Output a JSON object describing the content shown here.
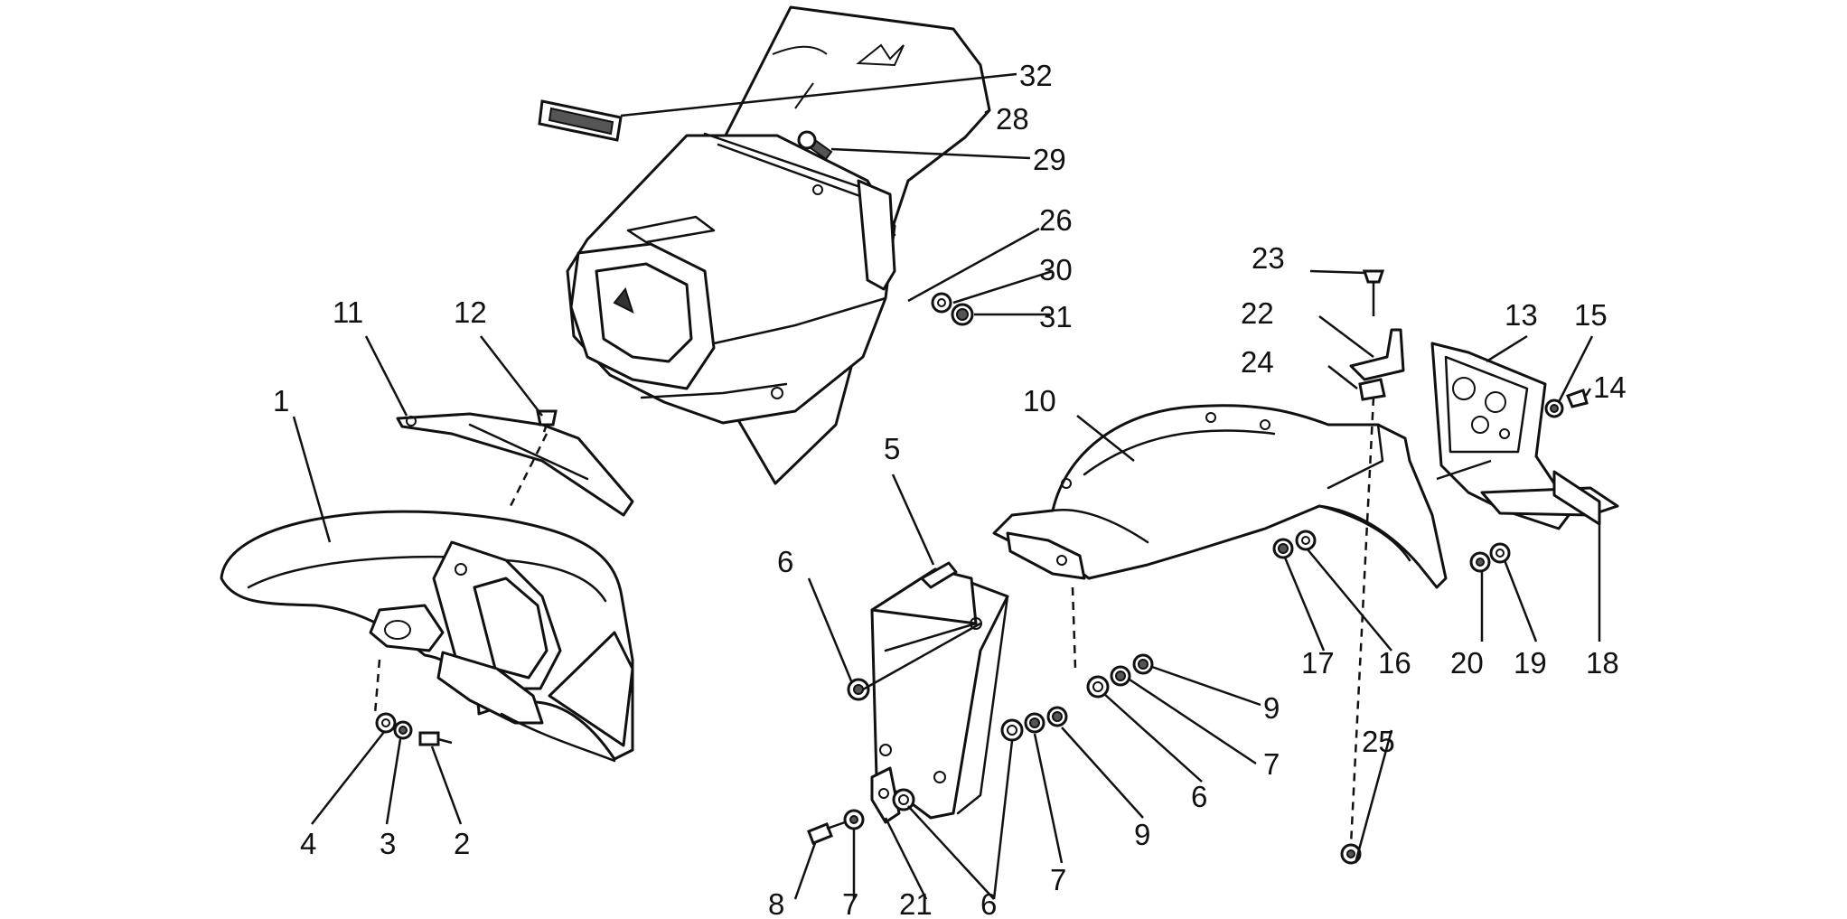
{
  "callouts": [
    {
      "id": "c1",
      "text": "1"
    },
    {
      "id": "c2",
      "text": "2"
    },
    {
      "id": "c3",
      "text": "3"
    },
    {
      "id": "c4",
      "text": "4"
    },
    {
      "id": "c5",
      "text": "5"
    },
    {
      "id": "c6a",
      "text": "6"
    },
    {
      "id": "c6b",
      "text": "6"
    },
    {
      "id": "c6c",
      "text": "6"
    },
    {
      "id": "c7a",
      "text": "7"
    },
    {
      "id": "c7b",
      "text": "7"
    },
    {
      "id": "c7c",
      "text": "7"
    },
    {
      "id": "c8",
      "text": "8"
    },
    {
      "id": "c9a",
      "text": "9"
    },
    {
      "id": "c9b",
      "text": "9"
    },
    {
      "id": "c10",
      "text": "10"
    },
    {
      "id": "c11",
      "text": "11"
    },
    {
      "id": "c12",
      "text": "12"
    },
    {
      "id": "c13",
      "text": "13"
    },
    {
      "id": "c14",
      "text": "14"
    },
    {
      "id": "c15",
      "text": "15"
    },
    {
      "id": "c16",
      "text": "16"
    },
    {
      "id": "c17",
      "text": "17"
    },
    {
      "id": "c18",
      "text": "18"
    },
    {
      "id": "c19",
      "text": "19"
    },
    {
      "id": "c20",
      "text": "20"
    },
    {
      "id": "c21",
      "text": "21"
    },
    {
      "id": "c22",
      "text": "22"
    },
    {
      "id": "c23",
      "text": "23"
    },
    {
      "id": "c24",
      "text": "24"
    },
    {
      "id": "c25",
      "text": "25"
    },
    {
      "id": "c26",
      "text": "26"
    },
    {
      "id": "c28",
      "text": "28"
    },
    {
      "id": "c29",
      "text": "29"
    },
    {
      "id": "c30",
      "text": "30"
    },
    {
      "id": "c31",
      "text": "31"
    },
    {
      "id": "c32",
      "text": "32"
    }
  ]
}
